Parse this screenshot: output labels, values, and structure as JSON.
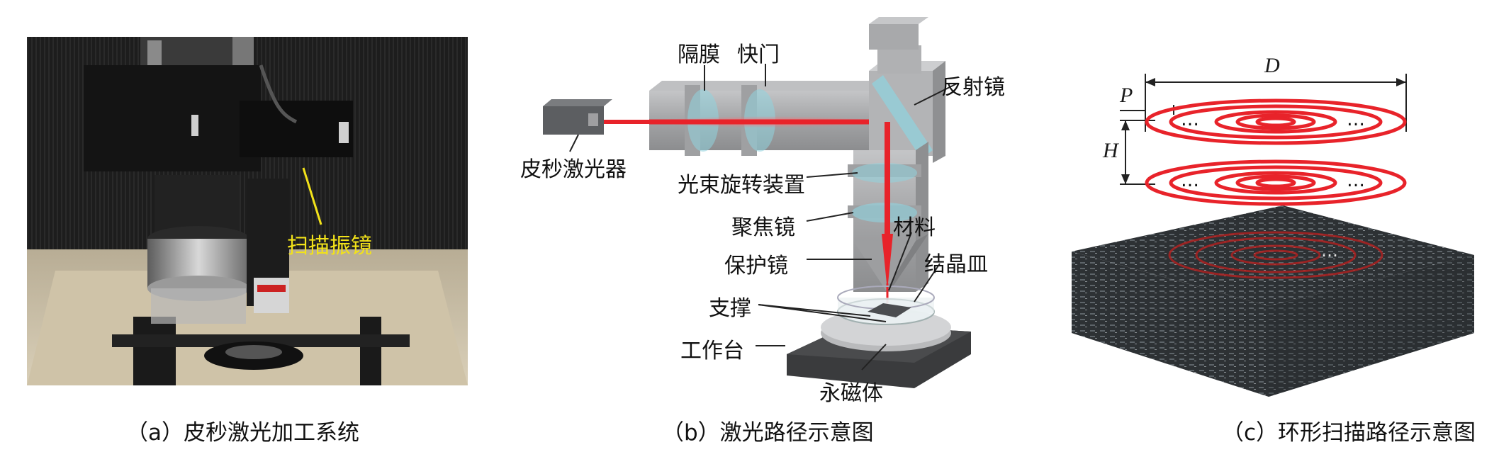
{
  "panel_a": {
    "caption": "（a）皮秒激光加工系统",
    "label_scanner": "扫描振镜"
  },
  "panel_b": {
    "caption": "（b）激光路径示意图",
    "labels": {
      "diaphragm": "隔膜",
      "shutter": "快门",
      "mirror": "反射镜",
      "laser": "皮秒激光器",
      "rotator": "光束旋转装置",
      "focus_lens": "聚焦镜",
      "material": "材料",
      "protect_lens": "保护镜",
      "dish": "结晶皿",
      "support": "支撑",
      "stage": "工作台",
      "magnet": "永磁体"
    }
  },
  "panel_c": {
    "caption": "（c）环形扫描路径示意图",
    "symbols": {
      "D": "D",
      "P": "P",
      "H": "H"
    },
    "ellipsis": "…"
  },
  "colors": {
    "laser_red": "#e8232a",
    "housing_gray": "#a9aaac",
    "lens_cyan": "#8fd3df",
    "label_yellow": "#f2e21a",
    "block_dark": "#2d3134"
  }
}
